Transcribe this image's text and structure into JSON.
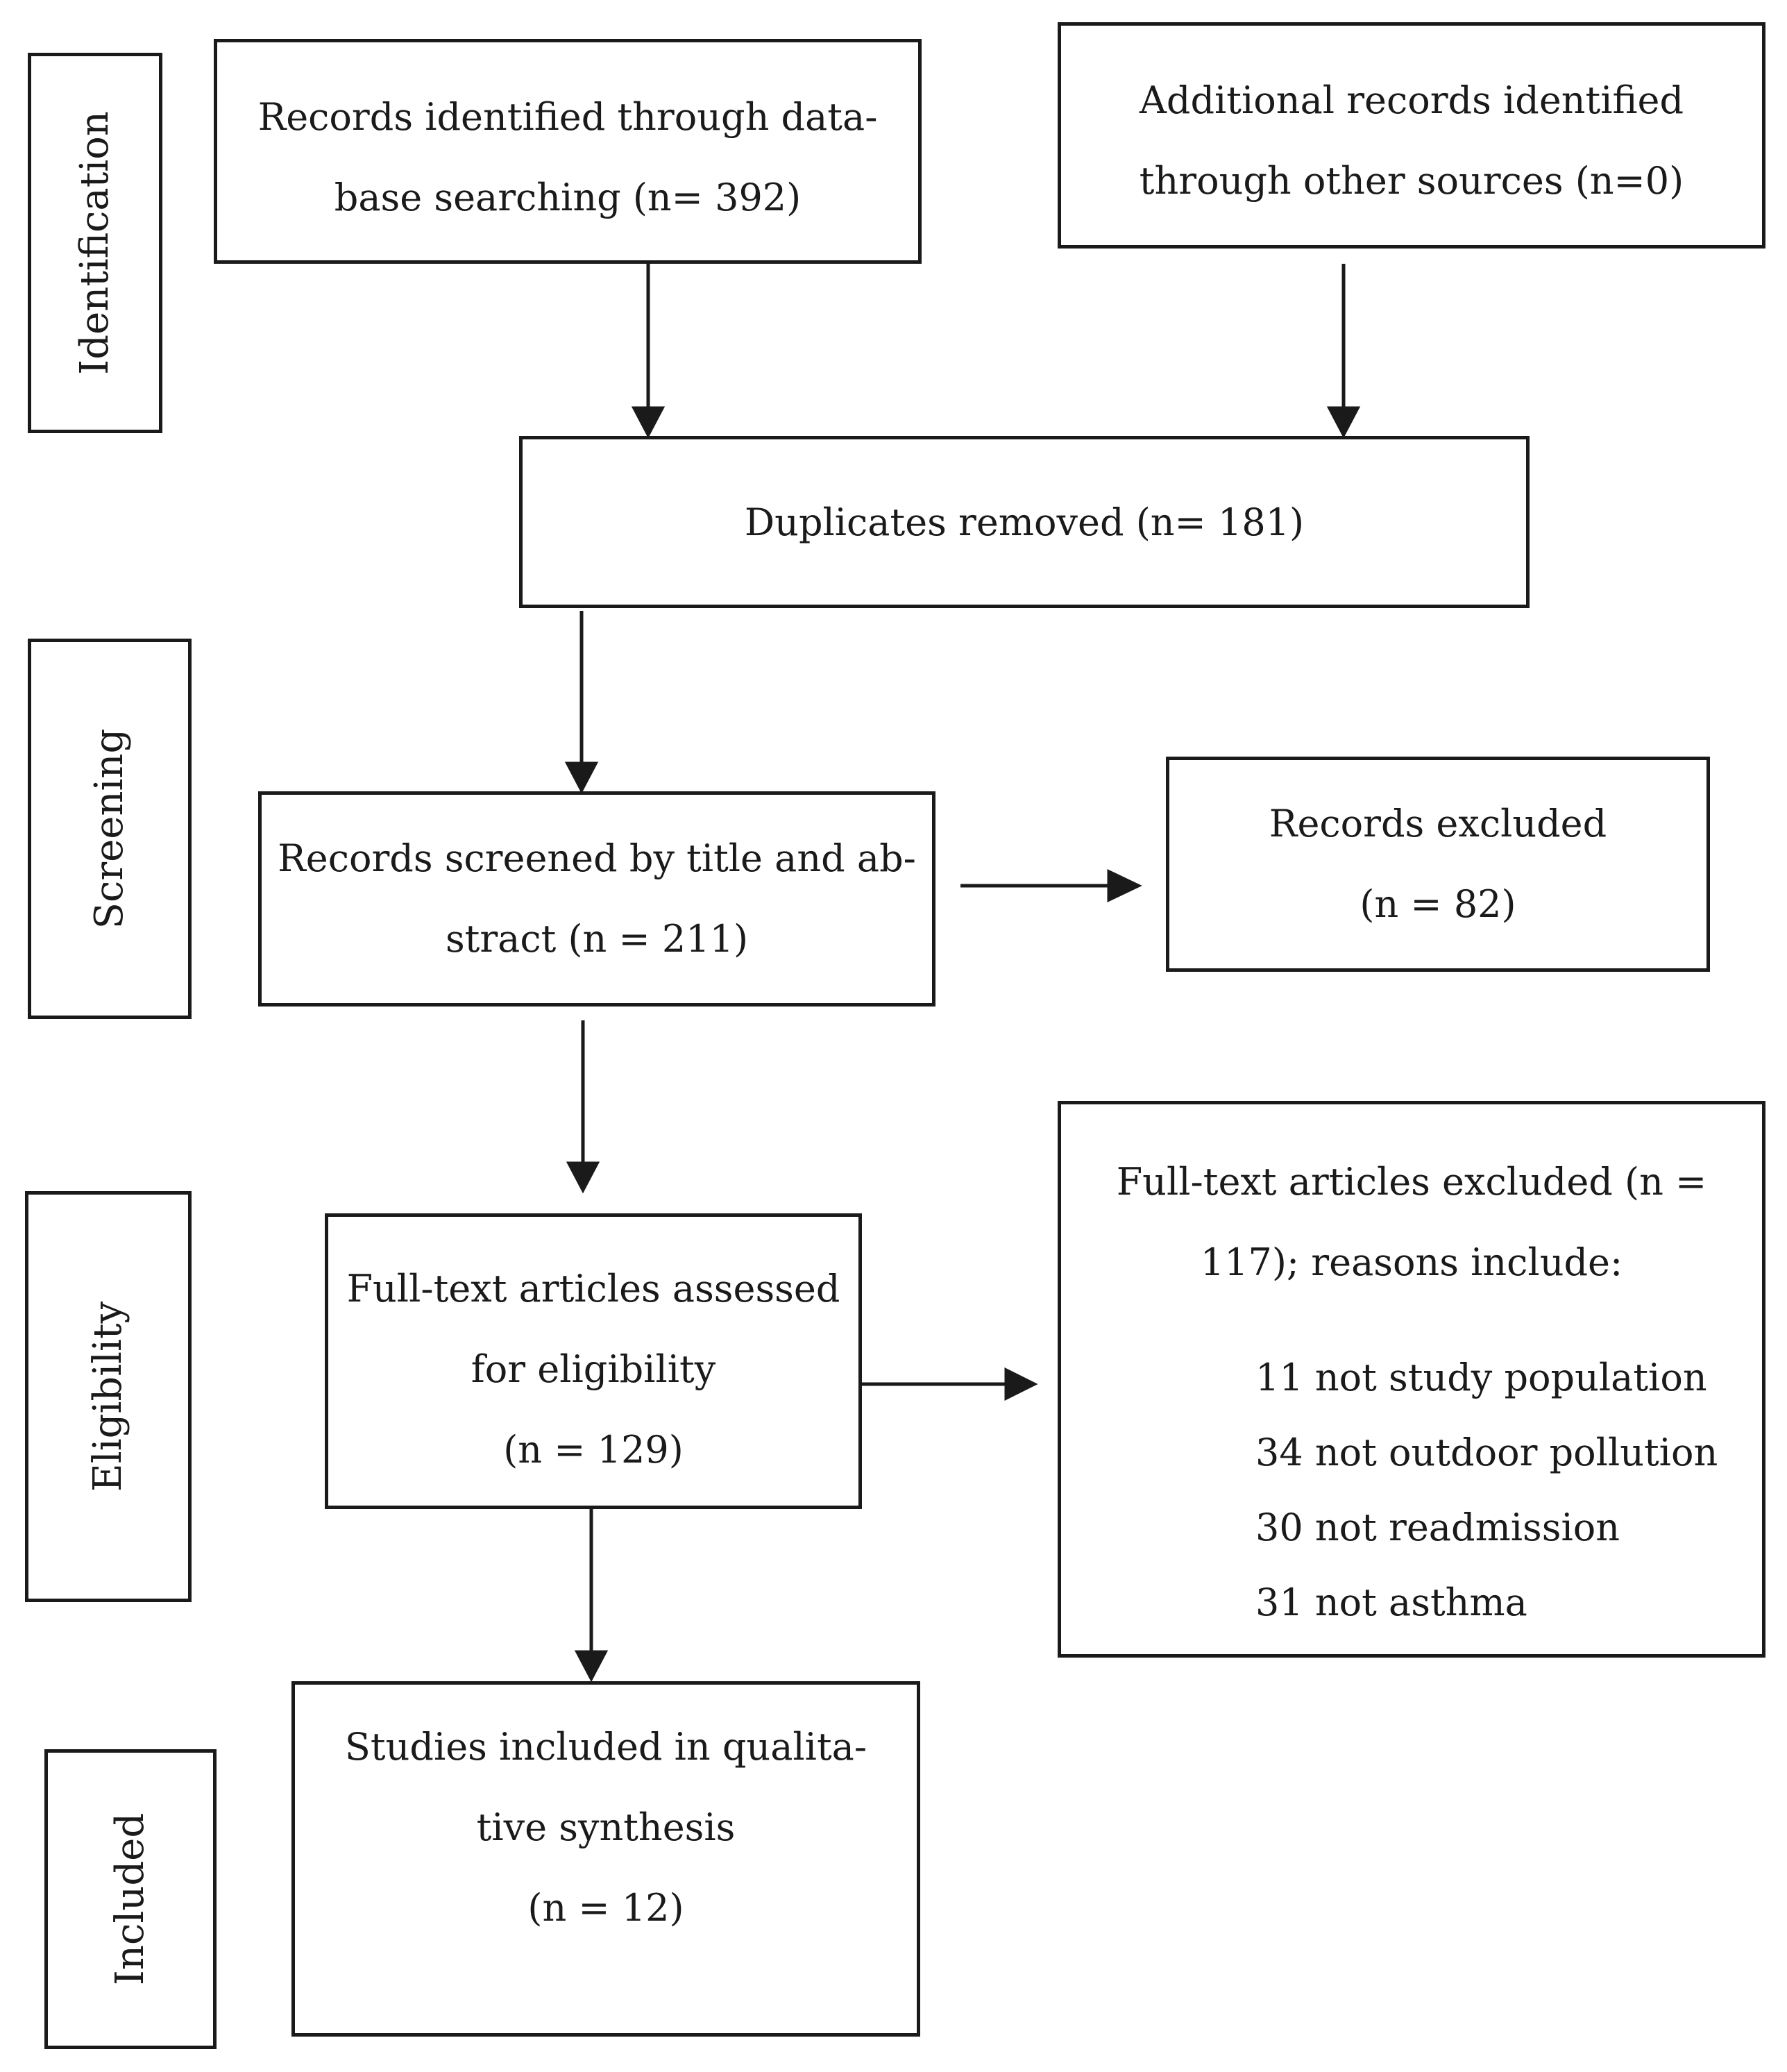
{
  "stages": {
    "identification": "Identification",
    "screening": "Screening",
    "eligibility": "Eligibility",
    "included": "Included"
  },
  "boxes": {
    "database": {
      "line1": "Records identified through data-",
      "line2": "base searching (n= 392)"
    },
    "other_sources": {
      "line1": "Additional records identified",
      "line2": "through other sources (n=0)"
    },
    "duplicates": {
      "line1": "Duplicates removed (n= 181)"
    },
    "screened": {
      "line1": "Records screened by title and ab-",
      "line2": "stract (n = 211)"
    },
    "excluded": {
      "line1": "Records excluded",
      "line2": "(n = 82)"
    },
    "fulltext": {
      "line1": "Full-text articles assessed",
      "line2": "for eligibility",
      "line3": "(n = 129)"
    },
    "fulltext_excluded": {
      "line1": "Full-text articles excluded (n =",
      "line2": "117); reasons include:",
      "reasons": [
        "11 not study population",
        "34 not outdoor pollution",
        "30 not readmission",
        "31 not asthma"
      ]
    },
    "included": {
      "line1": "Studies included in qualita-",
      "line2": "tive synthesis",
      "line3": "(n = 12)"
    }
  }
}
